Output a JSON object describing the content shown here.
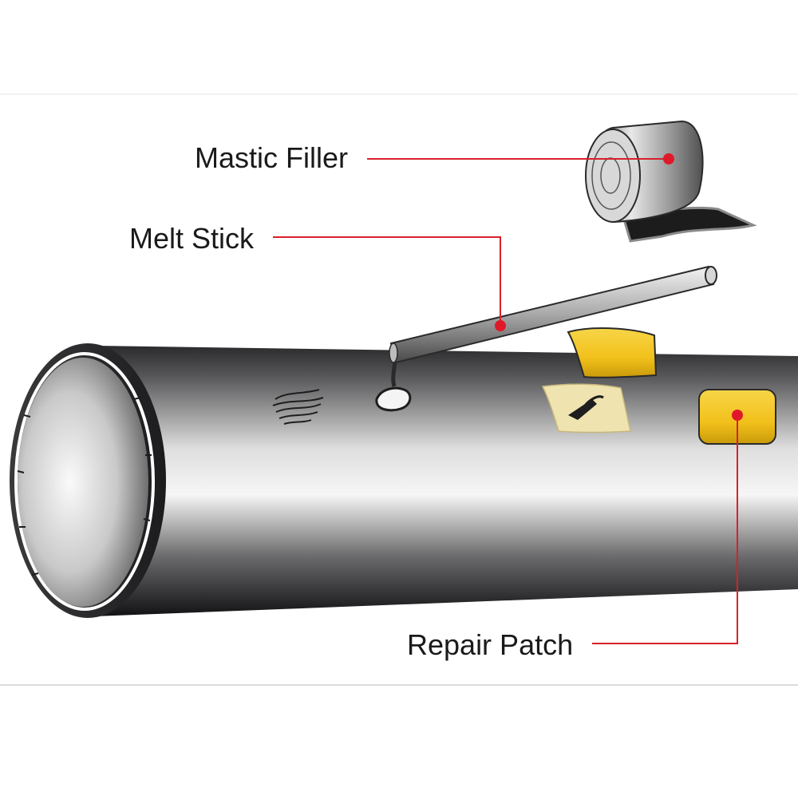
{
  "diagram": {
    "callouts": [
      {
        "id": "mastic-filler",
        "label": "Mastic Filler"
      },
      {
        "id": "melt-stick",
        "label": "Melt Stick"
      },
      {
        "id": "repair-patch",
        "label": "Repair Patch"
      }
    ]
  },
  "colors": {
    "leader_line": "#d8202a",
    "marker_dot": "#e0192a",
    "patch_yellow": "#f2c11b",
    "pipe_dark": "#1c1c1e",
    "pipe_highlight": "#f4f4f4",
    "frame_rule": "#d9d9d9"
  }
}
